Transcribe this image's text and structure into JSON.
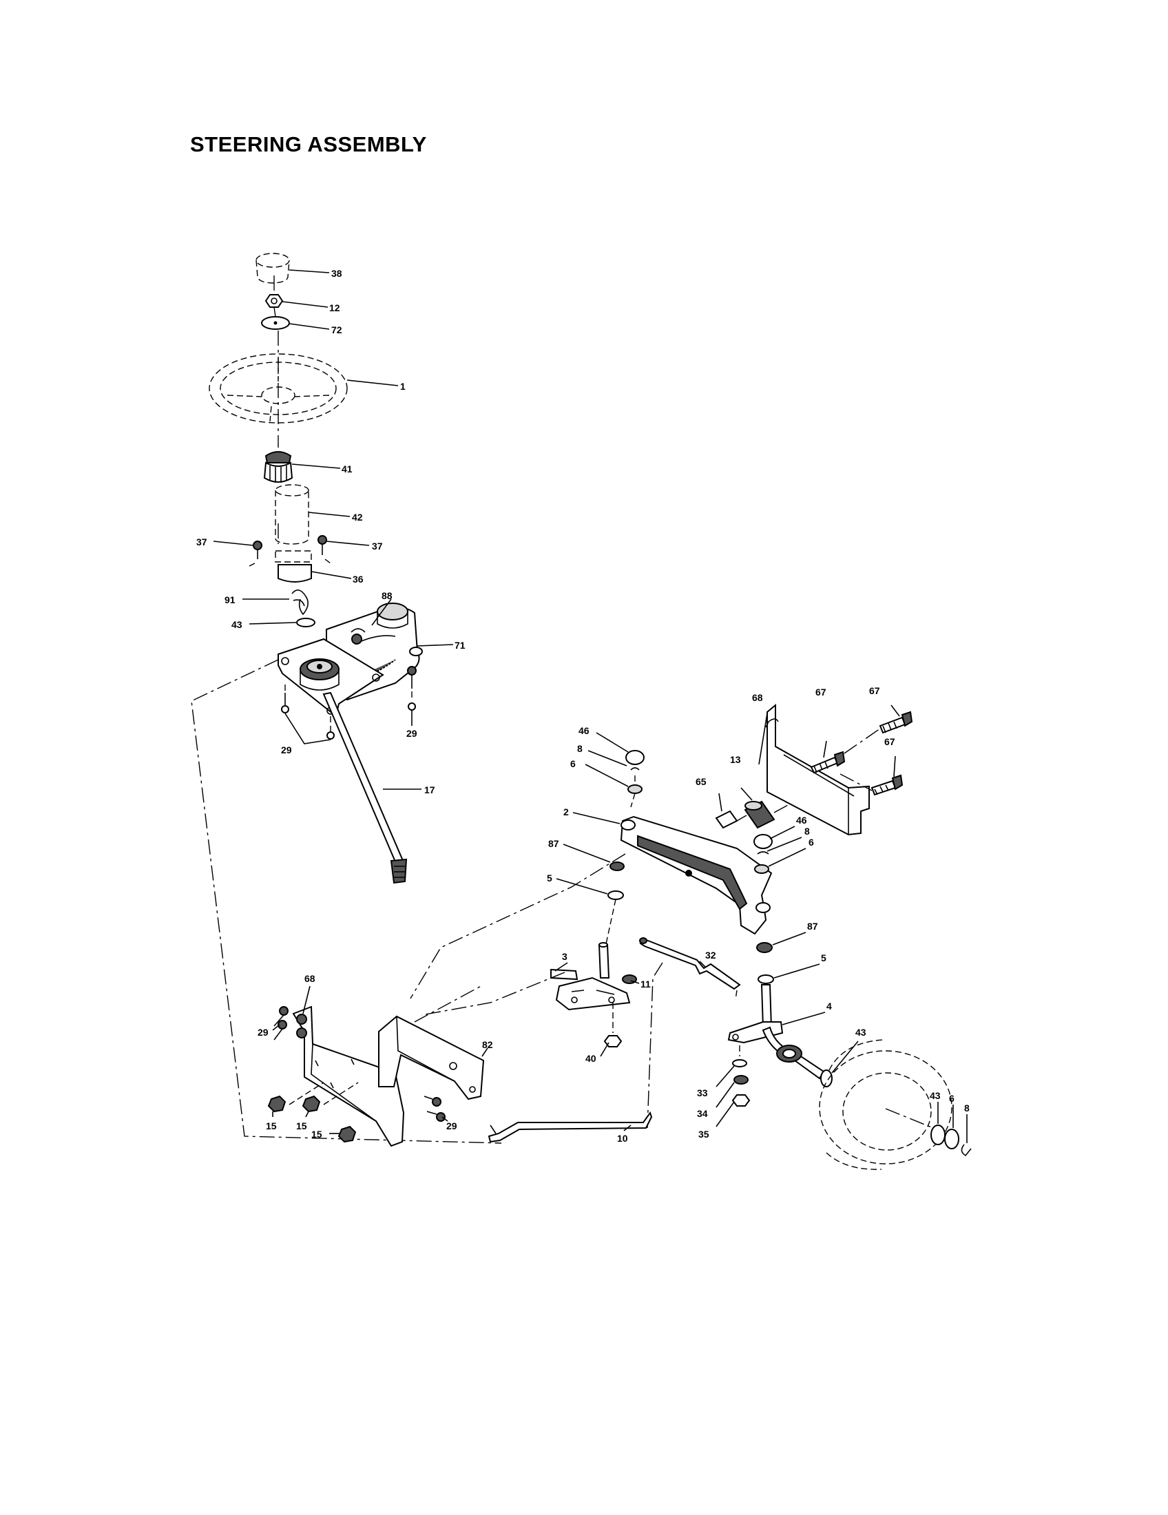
{
  "title": "STEERING ASSEMBLY",
  "callouts": {
    "c38": "38",
    "c12": "12",
    "c72": "72",
    "c1": "1",
    "c41": "41",
    "c42": "42",
    "c37a": "37",
    "c37b": "37",
    "c36": "36",
    "c91": "91",
    "c43a": "43",
    "c88": "88",
    "c71": "71",
    "c29a": "29",
    "c29b": "29",
    "c17": "17",
    "c46a": "46",
    "c8a": "8",
    "c6a": "6",
    "c2": "2",
    "c87a": "87",
    "c5a": "5",
    "c68a": "68",
    "c67a": "67",
    "c67b": "67",
    "c67c": "67",
    "c13": "13",
    "c65": "65",
    "c46b": "46",
    "c8b": "8",
    "c6b": "6",
    "c87b": "87",
    "c5b": "5",
    "c4": "4",
    "c43b": "43",
    "c43c": "43",
    "c6c": "6",
    "c8c": "8",
    "c3": "3",
    "c32": "32",
    "c11": "11",
    "c40": "40",
    "c33": "33",
    "c34": "34",
    "c35": "35",
    "c10": "10",
    "c68b": "68",
    "c29c": "29",
    "c82": "82",
    "c29d": "29",
    "c15a": "15",
    "c15b": "15",
    "c15c": "15"
  }
}
